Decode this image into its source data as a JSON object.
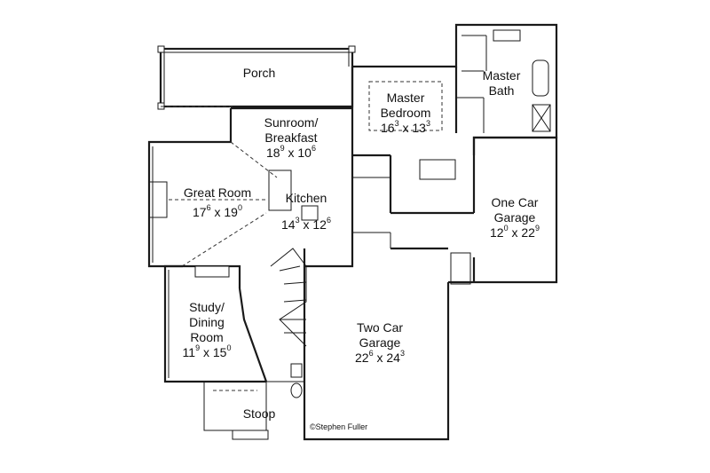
{
  "rooms": {
    "porch": {
      "name": "Porch"
    },
    "sunroom": {
      "name_line1": "Sunroom/",
      "name_line2": "Breakfast",
      "width": "18",
      "width_in": "9",
      "depth": "10",
      "depth_in": "6"
    },
    "great_room": {
      "name": "Great Room",
      "width": "17",
      "width_in": "6",
      "depth": "19",
      "depth_in": "0"
    },
    "kitchen": {
      "name": "Kitchen",
      "width": "14",
      "width_in": "3",
      "depth": "12",
      "depth_in": "6"
    },
    "master_bedroom": {
      "name_line1": "Master",
      "name_line2": "Bedroom",
      "width": "16",
      "width_in": "3",
      "depth": "13",
      "depth_in": "3"
    },
    "master_bath": {
      "name_line1": "Master",
      "name_line2": "Bath"
    },
    "one_car_garage": {
      "name_line1": "One Car",
      "name_line2": "Garage",
      "width": "12",
      "width_in": "0",
      "depth": "22",
      "depth_in": "9"
    },
    "study": {
      "name_line1": "Study/",
      "name_line2": "Dining",
      "name_line3": "Room",
      "width": "11",
      "width_in": "9",
      "depth": "15",
      "depth_in": "0"
    },
    "two_car_garage": {
      "name_line1": "Two Car",
      "name_line2": "Garage",
      "width": "22",
      "width_in": "6",
      "depth": "24",
      "depth_in": "3"
    },
    "stoop": {
      "name": "Stoop"
    }
  },
  "copyright": {
    "symbol": "©",
    "text": "Stephen Fuller"
  }
}
